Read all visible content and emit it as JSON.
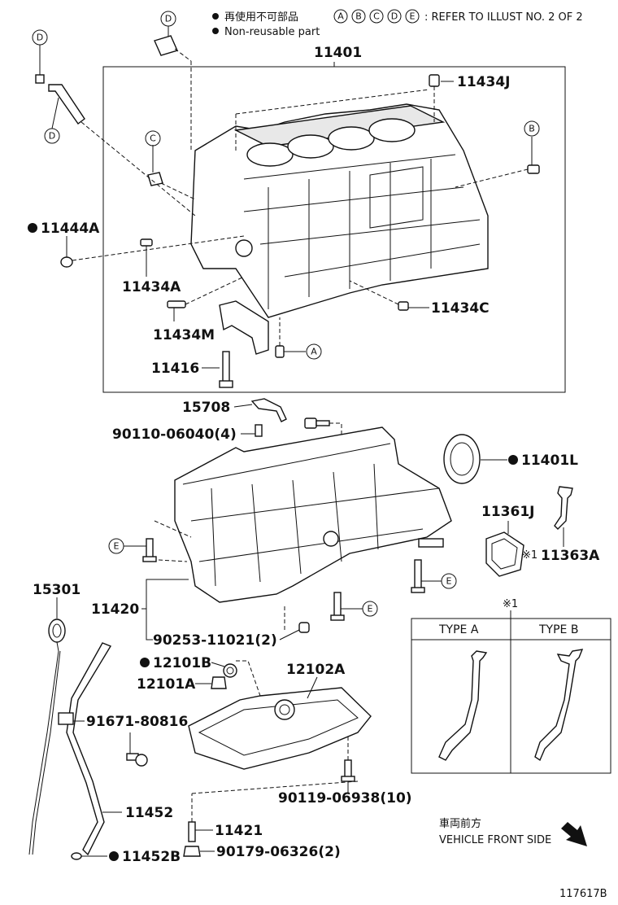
{
  "legend": {
    "nonreusable_jp": "再使用不可部品",
    "nonreusable_en": "Non-reusable part",
    "refer_letters": [
      "A",
      "B",
      "C",
      "D",
      "E"
    ],
    "refer_text": ": REFER TO ILLUST NO. 2 OF 2"
  },
  "labels": {
    "p11401": "11401",
    "p11434J": "11434J",
    "p11444A": "11444A",
    "p11434A": "11434A",
    "p11434M": "11434M",
    "p11434C": "11434C",
    "p11416": "11416",
    "p15708": "15708",
    "p90110": "90110-06040(4)",
    "p11401L": "11401L",
    "p11361J": "11361J",
    "p11363A": "11363A",
    "note_mark": "※1",
    "p15301": "15301",
    "p11420": "11420",
    "p90253": "90253-11021(2)",
    "p12101B": "12101B",
    "p12101A": "12101A",
    "p12102A": "12102A",
    "p91671": "91671-80816",
    "p90119": "90119-06938(10)",
    "p11452": "11452",
    "p11421": "11421",
    "p90179": "90179-06326(2)",
    "p11452B": "11452B"
  },
  "type_table": {
    "note_mark": "※1",
    "col_a": "TYPE A",
    "col_b": "TYPE B"
  },
  "direction": {
    "jp": "車両前方",
    "en": "VEHICLE FRONT SIDE"
  },
  "callouts": {
    "D1": "D",
    "D2": "D",
    "D3": "D",
    "C1": "C",
    "B1": "B",
    "A1": "A",
    "E1": "E",
    "E2": "E",
    "E3": "E"
  },
  "illustration_number": "117617B"
}
